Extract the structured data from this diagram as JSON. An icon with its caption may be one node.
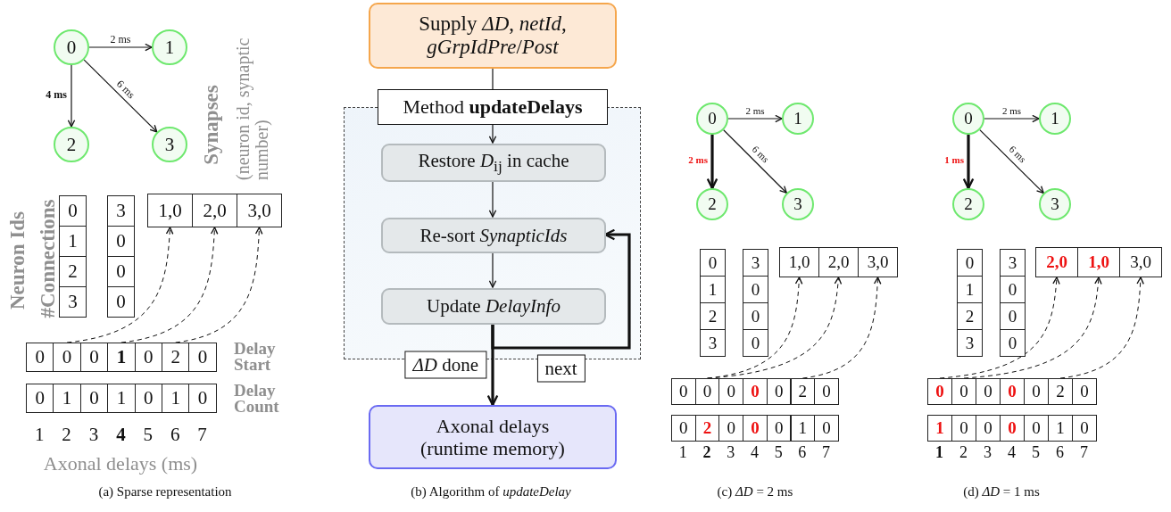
{
  "diagram": {
    "nodes": [
      {
        "text": [
          "0"
        ]
      },
      {
        "text": [
          "1"
        ]
      },
      {
        "text": [
          "2"
        ]
      },
      {
        "text": [
          "3"
        ]
      },
      {
        "text": [
          "0"
        ]
      },
      {
        "text": [
          "1"
        ]
      },
      {
        "text": [
          "2"
        ]
      },
      {
        "text": [
          "3"
        ]
      },
      {
        "text": [
          "3"
        ]
      },
      {
        "text": [
          "0"
        ]
      },
      {
        "text": [
          "0"
        ]
      },
      {
        "text": [
          "0"
        ]
      },
      {
        "text": [
          "1,0"
        ]
      },
      {
        "text": [
          "2,0"
        ]
      },
      {
        "text": [
          "3,0"
        ]
      },
      {
        "text": [
          "0"
        ]
      },
      {
        "text": [
          "0"
        ]
      },
      {
        "text": [
          "0"
        ]
      },
      {
        "text": [
          "1"
        ]
      },
      {
        "text": [
          "0"
        ]
      },
      {
        "text": [
          "2"
        ]
      },
      {
        "text": [
          "0"
        ]
      },
      {
        "text": [
          "0"
        ]
      },
      {
        "text": [
          "1"
        ]
      },
      {
        "text": [
          "0"
        ]
      },
      {
        "text": [
          "1"
        ]
      },
      {
        "text": [
          "0"
        ]
      },
      {
        "text": [
          "1"
        ]
      },
      {
        "text": [
          "0"
        ]
      },
      {
        "text": [
          "Supply *ΔD*, *netId*, *gGrpIdPre*/*Post*"
        ]
      },
      {
        "text": [
          "Method **updateDelays**"
        ]
      },
      {
        "text": [],
        "shape": "box"
      },
      {
        "text": [
          "Restore *D*$_{ij}$ in cache"
        ],
        "in": 31
      },
      {
        "text": [
          "Re-sort *SynapticIds*"
        ],
        "in": 31
      },
      {
        "text": [
          "Update *DelayInfo*"
        ],
        "in": 31
      },
      {
        "text": [
          "Axonal delays (runtime memory)"
        ]
      },
      {
        "text": [
          "0"
        ]
      },
      {
        "text": [
          "1"
        ]
      },
      {
        "text": [
          "2"
        ]
      },
      {
        "text": [
          "3"
        ]
      },
      {
        "text": [
          "0"
        ]
      },
      {
        "text": [
          "1"
        ]
      },
      {
        "text": [
          "2"
        ]
      },
      {
        "text": [
          "3"
        ]
      },
      {
        "text": [
          "3"
        ]
      },
      {
        "text": [
          "0"
        ]
      },
      {
        "text": [
          "0"
        ]
      },
      {
        "text": [
          "0"
        ]
      },
      {
        "text": [
          "1,0"
        ]
      },
      {
        "text": [
          "2,0"
        ]
      },
      {
        "text": [
          "3,0"
        ]
      },
      {
        "text": [
          "0"
        ]
      },
      {
        "text": [
          "0"
        ]
      },
      {
        "text": [
          "0"
        ]
      },
      {
        "text": [
          "0"
        ]
      },
      {
        "text": [
          "0"
        ]
      },
      {
        "text": [
          "2"
        ]
      },
      {
        "text": [
          "0"
        ]
      },
      {
        "text": [
          "0"
        ]
      },
      {
        "text": [
          "2"
        ]
      },
      {
        "text": [
          "0"
        ]
      },
      {
        "text": [
          "0"
        ]
      },
      {
        "text": [
          "0"
        ]
      },
      {
        "text": [
          "1"
        ]
      },
      {
        "text": [
          "0"
        ]
      },
      {
        "text": [
          "0"
        ]
      },
      {
        "text": [
          "1"
        ]
      },
      {
        "text": [
          "2"
        ]
      },
      {
        "text": [
          "3"
        ]
      },
      {
        "text": [
          "0"
        ]
      },
      {
        "text": [
          "1"
        ]
      },
      {
        "text": [
          "2"
        ]
      },
      {
        "text": [
          "3"
        ]
      },
      {
        "text": [
          "3"
        ]
      },
      {
        "text": [
          "0"
        ]
      },
      {
        "text": [
          "0"
        ]
      },
      {
        "text": [
          "0"
        ]
      },
      {
        "text": [
          "2,0"
        ]
      },
      {
        "text": [
          "1,0"
        ]
      },
      {
        "text": [
          "3,0"
        ]
      },
      {
        "text": [
          "0"
        ]
      },
      {
        "text": [
          "0"
        ]
      },
      {
        "text": [
          "0"
        ]
      },
      {
        "text": [
          "0"
        ]
      },
      {
        "text": [
          "0"
        ]
      },
      {
        "text": [
          "2"
        ]
      },
      {
        "text": [
          "0"
        ]
      },
      {
        "text": [
          "1"
        ]
      },
      {
        "text": [
          "0"
        ]
      },
      {
        "text": [
          "0"
        ]
      },
      {
        "text": [
          "0"
        ]
      },
      {
        "text": [
          "0"
        ]
      },
      {
        "text": [
          "1"
        ]
      },
      {
        "text": [
          "0"
        ]
      }
    ],
    "edges": [
      {
        "from": 0,
        "to": 1,
        "arrow": "to",
        "label": "2 ms"
      },
      {
        "from": 0,
        "to": 2,
        "arrow": "to",
        "label": "4 ms"
      },
      {
        "from": 0,
        "to": 3,
        "arrow": "to",
        "label": "6 ms"
      },
      {
        "from": 16,
        "to": 12,
        "arrow": "to",
        "style": "dashed"
      },
      {
        "from": 18,
        "to": 13,
        "arrow": "to",
        "style": "dashed"
      },
      {
        "from": 20,
        "to": 14,
        "arrow": "to",
        "style": "dashed"
      },
      {
        "from": 29,
        "to": 30,
        "arrow": "none"
      },
      {
        "from": 30,
        "to": 32,
        "arrow": "to"
      },
      {
        "from": 32,
        "to": 33,
        "arrow": "to"
      },
      {
        "from": 33,
        "to": 34,
        "arrow": "to"
      },
      {
        "from": 34,
        "to": 33,
        "arrow": "to",
        "label": "next",
        "style": "thick"
      },
      {
        "from": 34,
        "to": 35,
        "arrow": "to",
        "label": "*ΔD* done",
        "style": "thick"
      },
      {
        "from": 36,
        "to": 37,
        "arrow": "to",
        "label": "2 ms"
      },
      {
        "from": 36,
        "to": 38,
        "arrow": "to",
        "label": "2 ms",
        "style": "thick"
      },
      {
        "from": 36,
        "to": 39,
        "arrow": "to",
        "label": "6 ms"
      },
      {
        "from": 52,
        "to": 48,
        "arrow": "to",
        "style": "dashed"
      },
      {
        "from": 52,
        "to": 49,
        "arrow": "to",
        "style": "dashed"
      },
      {
        "from": 56,
        "to": 50,
        "arrow": "to",
        "style": "dashed"
      },
      {
        "from": 65,
        "to": 66,
        "arrow": "to",
        "label": "2 ms"
      },
      {
        "from": 65,
        "to": 67,
        "arrow": "to",
        "label": "1 ms",
        "style": "thick"
      },
      {
        "from": 65,
        "to": 68,
        "arrow": "to",
        "label": "6 ms"
      },
      {
        "from": 80,
        "to": 77,
        "arrow": "to",
        "style": "dashed"
      },
      {
        "from": 81,
        "to": 78,
        "arrow": "to",
        "style": "dashed"
      },
      {
        "from": 85,
        "to": 79,
        "arrow": "to",
        "style": "dashed"
      }
    ],
    "labels": [
      "Synapses",
      "(neuron id, synaptic number)",
      "Neuron Ids",
      "#Connections",
      "Delay Start",
      "Delay Count",
      "1",
      "2",
      "3",
      "4",
      "5",
      "6",
      "7",
      "Axonal delays (ms)",
      "(a) Sparse representation",
      "(b) Algorithm of *updateDelay*",
      "1",
      "2",
      "3",
      "4",
      "5",
      "6",
      "7",
      "(c) *ΔD* = 2 ms",
      "1",
      "2",
      "3",
      "4",
      "5",
      "6",
      "7",
      "(d) *ΔD* = 1 ms"
    ]
  }
}
